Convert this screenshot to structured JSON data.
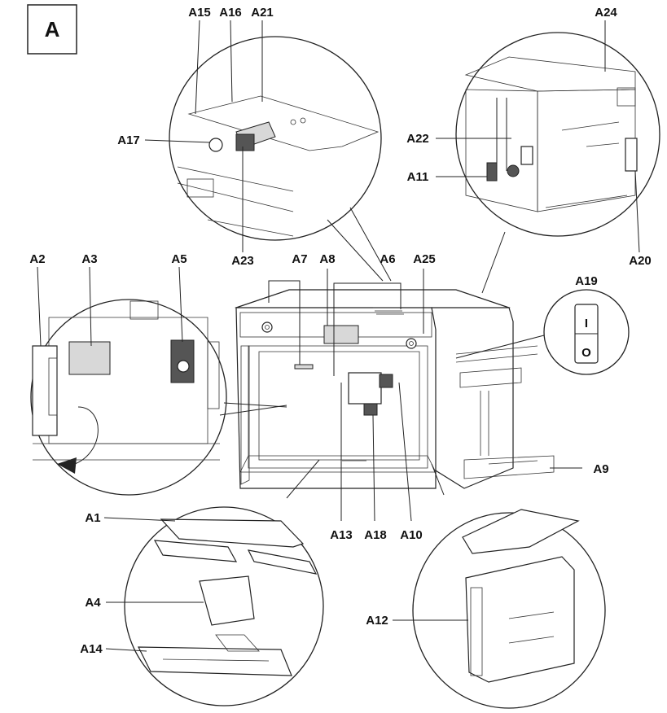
{
  "figure": {
    "letter": "A",
    "labels": {
      "A1": "A1",
      "A2": "A2",
      "A3": "A3",
      "A4": "A4",
      "A5": "A5",
      "A6": "A6",
      "A7": "A7",
      "A8": "A8",
      "A9": "A9",
      "A10": "A10",
      "A11": "A11",
      "A12": "A12",
      "A13": "A13",
      "A14": "A14",
      "A15": "A15",
      "A16": "A16",
      "A17": "A17",
      "A18": "A18",
      "A19": "A19",
      "A20": "A20",
      "A21": "A21",
      "A22": "A22",
      "A23": "A23",
      "A24": "A24",
      "A25": "A25"
    },
    "switch": {
      "on_mark": "I",
      "off_mark": "O"
    }
  }
}
